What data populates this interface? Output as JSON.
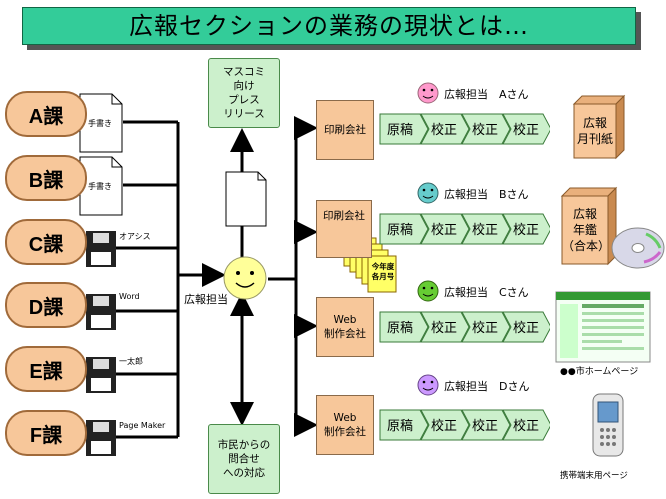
{
  "title": "広報セクションの業務の現状とは…",
  "departments": [
    {
      "label": "A課",
      "tool": "手書き"
    },
    {
      "label": "B課",
      "tool": "手書き"
    },
    {
      "label": "C課",
      "tool": "オアシス"
    },
    {
      "label": "D課",
      "tool": "Word"
    },
    {
      "label": "E課",
      "tool": "一太郎"
    },
    {
      "label": "F課",
      "tool": "Page Maker"
    }
  ],
  "center": {
    "label": "広報担当"
  },
  "press_release": {
    "line1": "マスコミ",
    "line2": "向け",
    "line3": "プレス",
    "line4": "リリース"
  },
  "citizen_inquiry": {
    "line1": "市民からの",
    "line2": "問合せ",
    "line3": "への対応"
  },
  "vendors": [
    {
      "line1": "印刷会社",
      "line2": "",
      "staff": "広報担当　Aさん"
    },
    {
      "line1": "印刷会社",
      "line2": "",
      "staff": "広報担当　Bさん"
    },
    {
      "line1": "Web",
      "line2": "制作会社",
      "staff": "広報担当　Cさん"
    },
    {
      "line1": "Web",
      "line2": "制作会社",
      "staff": "広報担当　Dさん"
    }
  ],
  "workflow_steps": [
    "原稿",
    "校正",
    "校正",
    "校正"
  ],
  "booklet": {
    "line1": "今年度",
    "line2": "各月号"
  },
  "outputs": {
    "monthly": {
      "line1": "広報",
      "line2": "月刊紙"
    },
    "yearbook": {
      "line1": "広報",
      "line2": "年鑑",
      "line3": "（合本）"
    },
    "homepage": "●●市ホームページ",
    "mobile": "携帯端末用ページ"
  },
  "colors": {
    "title_bg": "#33cc99",
    "dept_fill": "#f7c79a",
    "arrow_green": "#ccf0cc",
    "smiley_yellow": "#ffff99"
  },
  "staff_face_colors": [
    "#ff99cc",
    "#66cccc",
    "#66cc33",
    "#cc99ff"
  ]
}
